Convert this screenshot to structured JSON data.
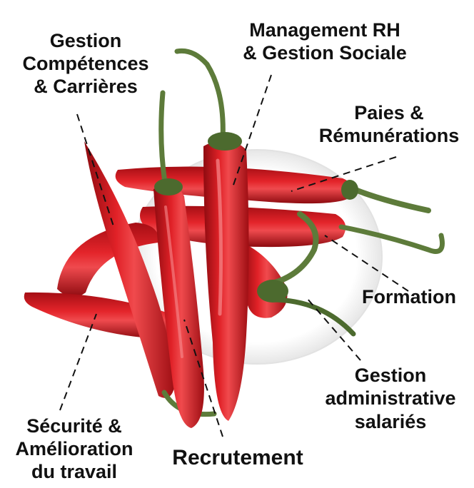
{
  "labels": {
    "gestion_competences": [
      "Gestion",
      "Compétences",
      "& Carrières"
    ],
    "management_rh": [
      "Management RH",
      "& Gestion Sociale"
    ],
    "paies": [
      "Paies &",
      "Rémunérations"
    ],
    "formation": [
      "Formation"
    ],
    "gestion_admin": [
      "Gestion",
      "administrative",
      "salariés"
    ],
    "recrutement": [
      "Recrutement"
    ],
    "securite": [
      "Sécurité &",
      "Amélioration",
      "du travail"
    ]
  },
  "colors": {
    "pepper_red": "#d3141a",
    "pepper_dark": "#8e0b10",
    "pepper_highlight": "#f2777a",
    "stem_green": "#5d7b3a",
    "stem_dark": "#3b5221",
    "plate": "#f1f1f1",
    "leader_line": "#111111",
    "text": "#111111"
  }
}
